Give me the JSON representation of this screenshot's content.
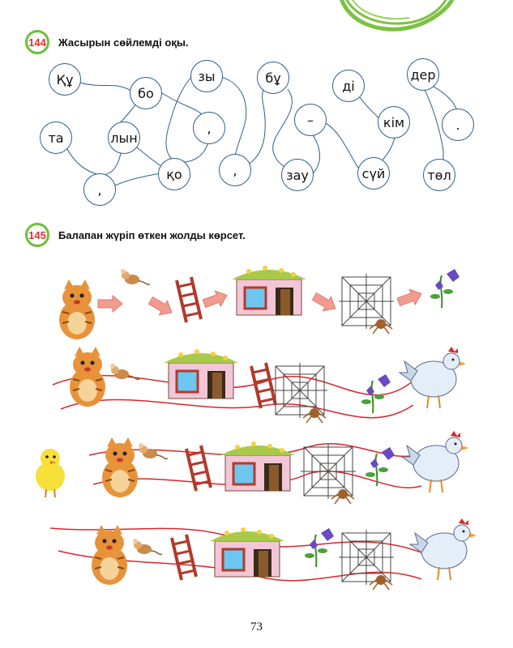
{
  "task144": {
    "number": "144",
    "title": "Жасырын сөйлемді оқы.",
    "syllables": [
      "Құ",
      "бо",
      "зы",
      "бұ",
      "ді",
      "дер",
      "та",
      "лын",
      ",",
      "–",
      "кім",
      ".",
      ",",
      "қо",
      ",",
      "зау",
      "сүй",
      "төл"
    ]
  },
  "task145": {
    "number": "145",
    "title": "Балапан жүріп өткен жолды көрсет."
  },
  "page_number": "73",
  "colors": {
    "accent_green": "#6cbf3a",
    "number_red": "#e0312b",
    "path_red": "#d9262b",
    "arrow_pink": "#f29b8f",
    "circle_blue": "#2e5e8c"
  }
}
